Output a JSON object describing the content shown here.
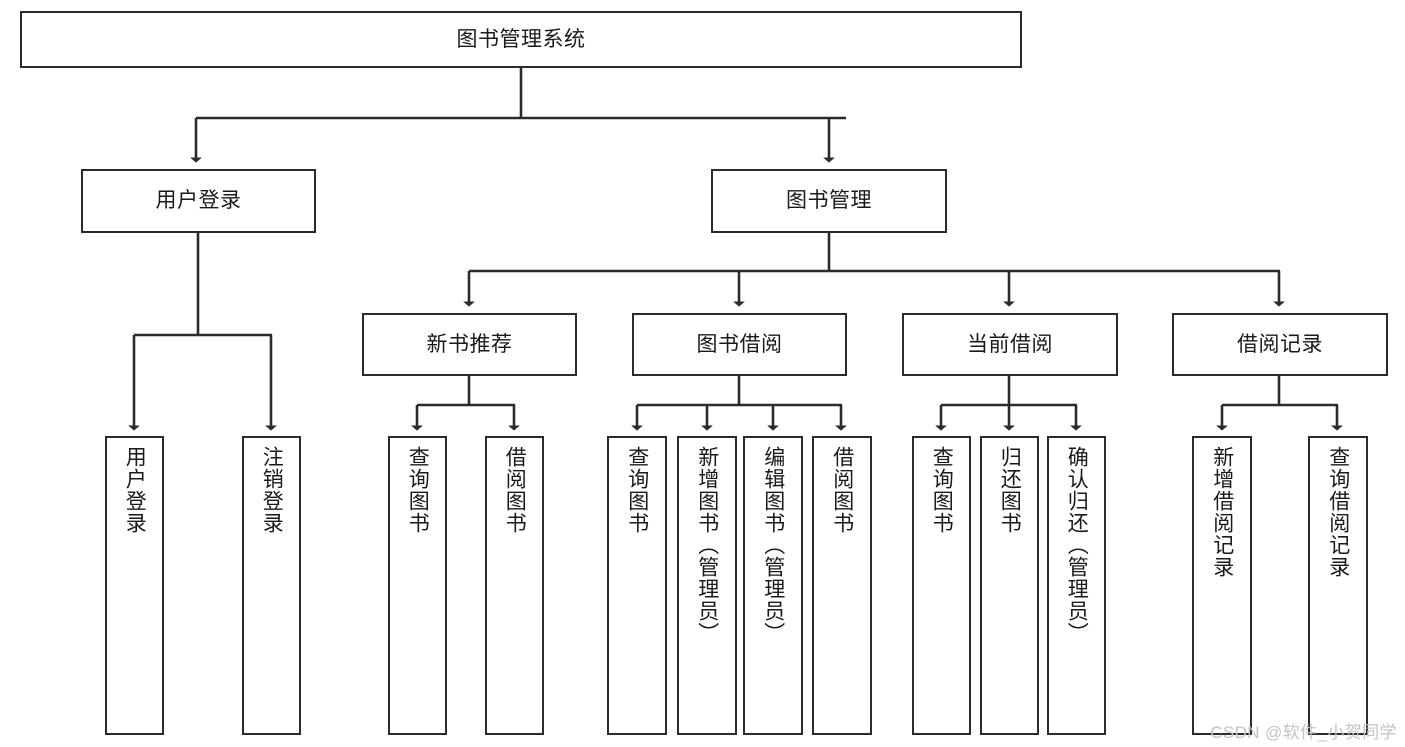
{
  "diagram": {
    "type": "tree-hierarchy",
    "title": "图书管理系统",
    "root": {
      "id": "root",
      "label": "图书管理系统"
    },
    "level2": [
      {
        "id": "user-login",
        "label": "用户登录"
      },
      {
        "id": "book-management",
        "label": "图书管理"
      }
    ],
    "level3": [
      {
        "id": "new-book-recommend",
        "label": "新书推荐",
        "parent": "book-management"
      },
      {
        "id": "book-borrow",
        "label": "图书借阅",
        "parent": "book-management"
      },
      {
        "id": "current-borrow",
        "label": "当前借阅",
        "parent": "book-management"
      },
      {
        "id": "borrow-record",
        "label": "借阅记录",
        "parent": "book-management"
      }
    ],
    "leaves": {
      "user-login": [
        {
          "id": "leaf-user-login",
          "label": "用户登录"
        },
        {
          "id": "leaf-user-logout",
          "label": "注销登录"
        }
      ],
      "new-book-recommend": [
        {
          "id": "leaf-query-book-1",
          "label": "查询图书"
        },
        {
          "id": "leaf-borrow-book-1",
          "label": "借阅图书"
        }
      ],
      "book-borrow": [
        {
          "id": "leaf-query-book-2",
          "label": "查询图书"
        },
        {
          "id": "leaf-add-book",
          "label": "新增图书（管理员）"
        },
        {
          "id": "leaf-edit-book",
          "label": "编辑图书（管理员）"
        },
        {
          "id": "leaf-borrow-book-2",
          "label": "借阅图书"
        }
      ],
      "current-borrow": [
        {
          "id": "leaf-query-book-3",
          "label": "查询图书"
        },
        {
          "id": "leaf-return-book",
          "label": "归还图书"
        },
        {
          "id": "leaf-confirm-return",
          "label": "确认归还（管理员）"
        }
      ],
      "borrow-record": [
        {
          "id": "leaf-add-record",
          "label": "新增借阅记录"
        },
        {
          "id": "leaf-query-record",
          "label": "查询借阅记录"
        }
      ]
    },
    "colors": {
      "stroke": "#2b2b2b",
      "fill": "#ffffff",
      "text": "#1a1a1a",
      "watermark": "#c3c3c3"
    }
  },
  "watermark": {
    "text": "CSDN @软件_小贺同学"
  }
}
